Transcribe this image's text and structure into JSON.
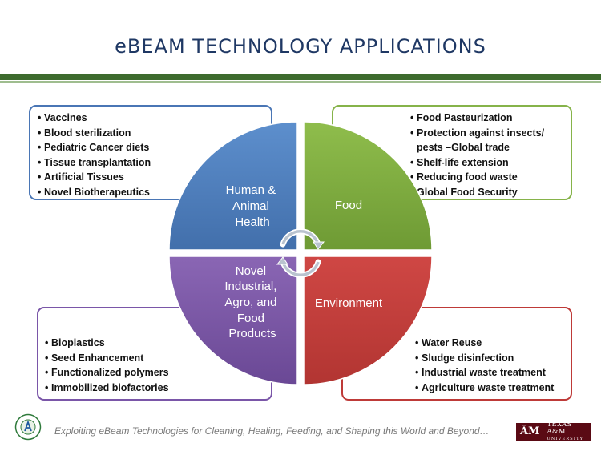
{
  "header": {
    "title": "eBEAM TECHNOLOGY APPLICATIONS"
  },
  "quadrants": {
    "top_left": {
      "label_lines": [
        "Human &",
        "Animal",
        "Health"
      ],
      "color": "#4f81bd"
    },
    "top_right": {
      "label_lines": [
        "Food"
      ],
      "color": "#8ab547"
    },
    "bottom_left": {
      "label_lines": [
        "Novel",
        "Industrial,",
        "Agro, and",
        "Food",
        "Products"
      ],
      "color": "#7e5aa8"
    },
    "bottom_right": {
      "label_lines": [
        "Environment"
      ],
      "color": "#c9413e"
    }
  },
  "boxes": {
    "top_left": {
      "color": "#4a76b5",
      "items": [
        "Vaccines",
        "Blood sterilization",
        "Pediatric Cancer diets",
        "Tissue transplantation",
        "Artificial Tissues",
        "Novel Biotherapeutics"
      ]
    },
    "top_right": {
      "color": "#86b34a",
      "items": [
        "Food Pasteurization",
        "Protection against insects/",
        "pests –Global trade",
        "Shelf-life extension",
        "Reducing food waste",
        "Global Food Security"
      ]
    },
    "bottom_left": {
      "color": "#7a56a8",
      "items": [
        "Bioplastics",
        "Seed Enhancement",
        "Functionalized  polymers",
        "Immobilized biofactories"
      ]
    },
    "bottom_right": {
      "color": "#be3a38",
      "items": [
        "Water Reuse",
        "Sludge disinfection",
        "Industrial waste treatment",
        "Agriculture waste treatment"
      ]
    }
  },
  "footer": {
    "tagline": "Exploiting eBeam Technologies for Cleaning, Healing, Feeding, and Shaping this World and Beyond…",
    "university_mark": "ĀM",
    "university_name": "TEXAS A&M",
    "university_sub": "UNIVERSITY"
  }
}
